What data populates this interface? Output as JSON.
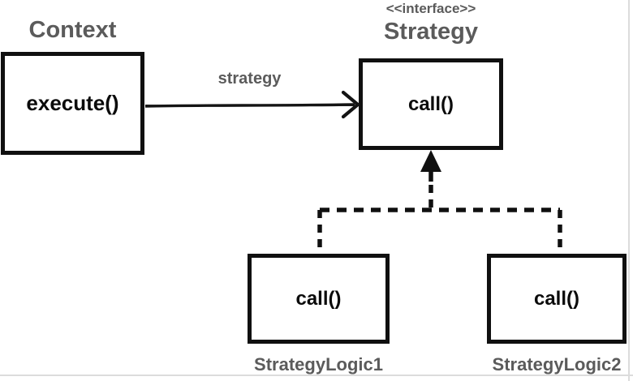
{
  "diagram": {
    "context": {
      "label": "Context",
      "method": "execute()"
    },
    "strategy": {
      "stereotype": "<<interface>>",
      "label": "Strategy",
      "method": "call()"
    },
    "association": {
      "label": "strategy"
    },
    "implementations": [
      {
        "method": "call()",
        "label": "StrategyLogic1"
      },
      {
        "method": "call()",
        "label": "StrategyLogic2"
      }
    ],
    "colors": {
      "label_gray": "#5b5b5b",
      "line_black": "#101010",
      "page_border_light": "#dcdcdc",
      "background": "#ffffff"
    }
  }
}
